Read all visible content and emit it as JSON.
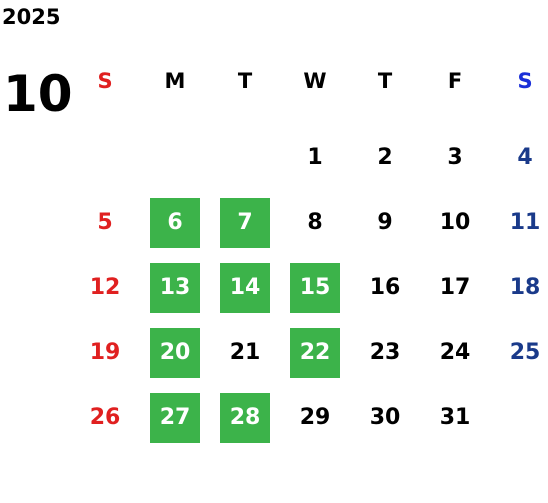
{
  "calendar": {
    "year": "2025",
    "month": "10",
    "weekdays": [
      {
        "label": "S",
        "color": "#e02020"
      },
      {
        "label": "M",
        "color": "#000000"
      },
      {
        "label": "T",
        "color": "#000000"
      },
      {
        "label": "W",
        "color": "#000000"
      },
      {
        "label": "T",
        "color": "#000000"
      },
      {
        "label": "F",
        "color": "#000000"
      },
      {
        "label": "S",
        "color": "#1a2fd8"
      }
    ],
    "first_weekday_index": 3,
    "days_in_month": 31,
    "highlighted_days": [
      6,
      7,
      13,
      14,
      15,
      20,
      22,
      27,
      28
    ],
    "colors": {
      "highlight": "#3cb34a",
      "sunday_date": "#e02020",
      "saturday_date": "#1a3a8a",
      "weekday_date": "#000000",
      "highlight_text": "#ffffff"
    }
  }
}
